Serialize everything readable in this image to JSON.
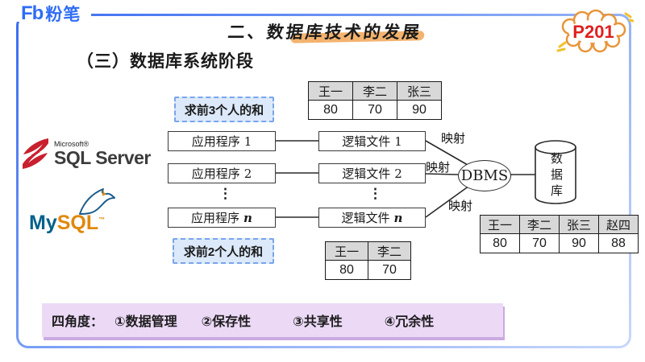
{
  "brand": {
    "icon": "Fb",
    "name": "粉笔"
  },
  "header": {
    "title_pre": "二、",
    "title_hl": "数据库技术的发展",
    "badge": "P201"
  },
  "section": {
    "title": "（三）数据库系统阶段"
  },
  "logos": {
    "sqlserver": {
      "brand": "Microsoft®",
      "product": "SQL Server"
    },
    "mysql": {
      "part1": "My",
      "part2": "SQL",
      "tm": "™"
    }
  },
  "notes": {
    "sum3": "求前3个人的和",
    "sum2": "求前2个人的和"
  },
  "diagram": {
    "apps": [
      {
        "label": "应用程序",
        "num": "1"
      },
      {
        "label": "应用程序",
        "num": "2"
      },
      {
        "label": "应用程序",
        "num": "n"
      }
    ],
    "files": [
      {
        "label": "逻辑文件",
        "num": "1"
      },
      {
        "label": "逻辑文件",
        "num": "2"
      },
      {
        "label": "逻辑文件",
        "num": "n"
      }
    ],
    "dots": "⋮",
    "mapping": "映射",
    "dbms": "DBMS",
    "database": "数据库"
  },
  "tables": {
    "top": {
      "headers": [
        "王一",
        "李二",
        "张三"
      ],
      "values": [
        "80",
        "70",
        "90"
      ]
    },
    "middle": {
      "headers": [
        "王一",
        "李二"
      ],
      "values": [
        "80",
        "70"
      ]
    },
    "right": {
      "headers": [
        "王一",
        "李二",
        "张三",
        "赵四"
      ],
      "values": [
        "80",
        "70",
        "90",
        "88"
      ]
    }
  },
  "footer": {
    "prefix": "四角度：",
    "items": [
      "①数据管理",
      "②保存性",
      "③共享性",
      "④冗余性"
    ]
  },
  "colors": {
    "accent_blue": "#3a6cf2",
    "highlight_orange": "#f0a04b",
    "badge_red": "#e01f1f",
    "banner_purple": "#ecd9f6",
    "note_blue_bg": "#dce9fa",
    "table_header_gray": "#d8d8d8",
    "mysql_blue": "#00618a",
    "mysql_orange": "#e0890c",
    "sqlserver_red": "#c8202f"
  }
}
